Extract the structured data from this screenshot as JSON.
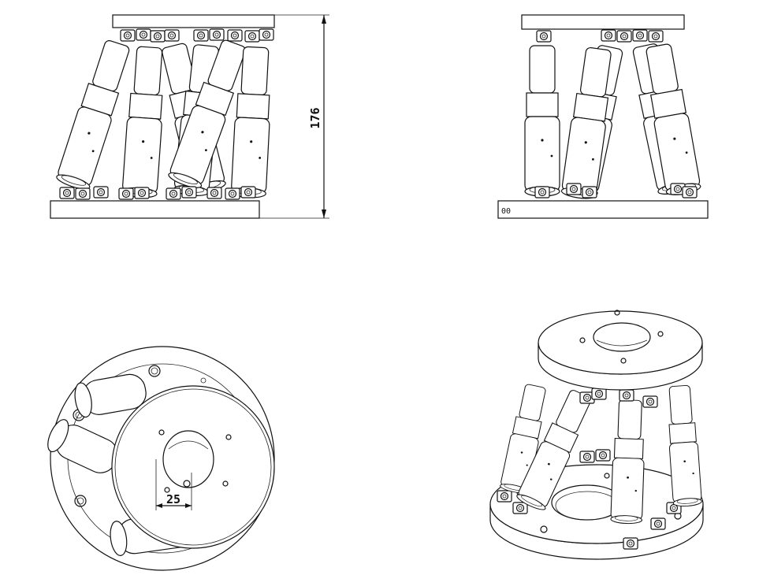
{
  "drawing": {
    "front_view": {
      "height_dimension": "176"
    },
    "side_view": {
      "label": "00"
    },
    "top_view": {
      "hole_dimension": "25"
    },
    "colors": {
      "line": "#111111",
      "background": "#ffffff"
    }
  }
}
